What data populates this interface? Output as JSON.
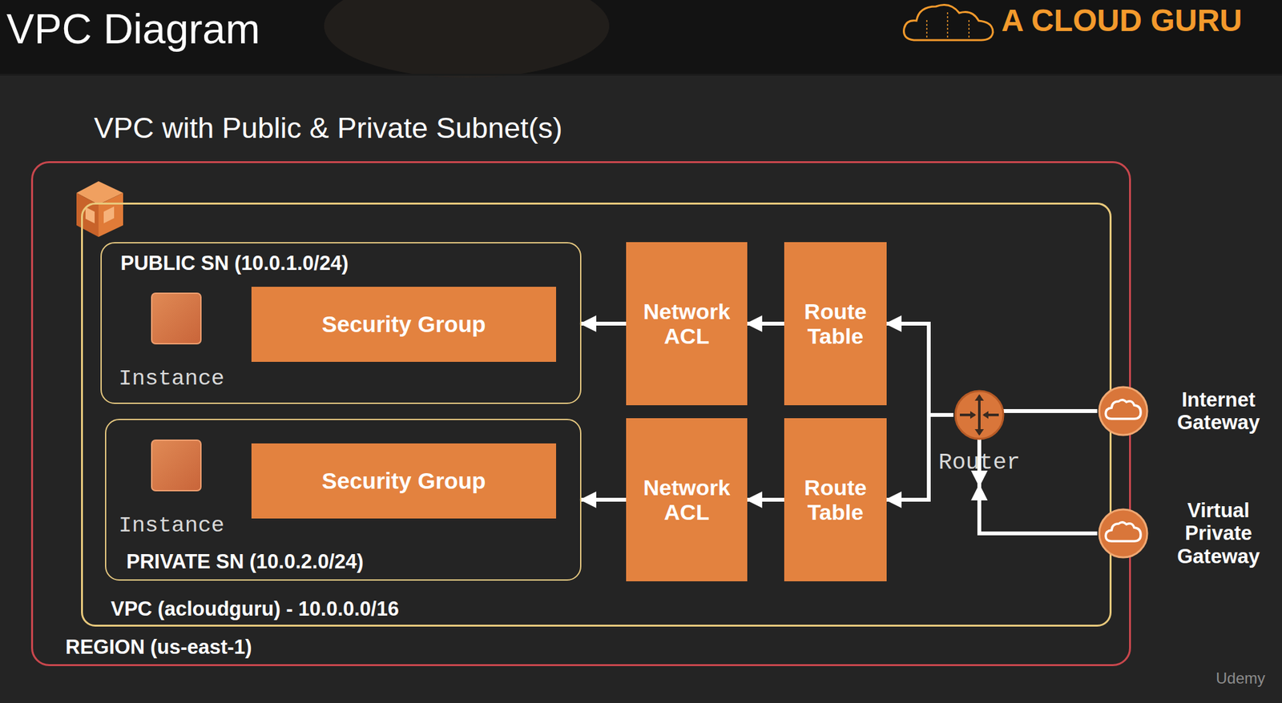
{
  "diagram": {
    "title": "VPC Diagram",
    "nodes": [
      {
        "text": [
          "REGION (us-east-1)"
        ]
      },
      {
        "text": [
          "VPC (acloudguru) - 10.0.0.0/16"
        ],
        "in": 0
      },
      {
        "text": [
          "PUBLIC SN (10.0.1.0/24)"
        ],
        "in": 1
      },
      {
        "text": [
          "Instance"
        ],
        "in": 2
      },
      {
        "text": [
          "Security Group"
        ],
        "in": 2
      },
      {
        "text": [
          "PRIVATE SN (10.0.2.0/24)"
        ],
        "in": 1
      },
      {
        "text": [
          "Instance"
        ],
        "in": 5
      },
      {
        "text": [
          "Security Group"
        ],
        "in": 5
      },
      {
        "text": [
          "Network ACL"
        ],
        "in": 1
      },
      {
        "text": [
          "Route Table"
        ],
        "in": 1
      },
      {
        "text": [
          "Network ACL"
        ],
        "in": 1
      },
      {
        "text": [
          "Route Table"
        ],
        "in": 1
      },
      {
        "text": [
          "Router"
        ],
        "in": 1
      },
      {
        "text": [
          "Internet Gateway"
        ]
      },
      {
        "text": [
          "Virtual Private Gateway"
        ]
      }
    ],
    "edges": [
      {
        "from": 13,
        "to": 12,
        "arrow": "to"
      },
      {
        "from": 14,
        "to": 12,
        "arrow": "to"
      },
      {
        "from": 12,
        "to": 9,
        "arrow": "to"
      },
      {
        "from": 12,
        "to": 11,
        "arrow": "to"
      },
      {
        "from": 9,
        "to": 8,
        "arrow": "to"
      },
      {
        "from": 11,
        "to": 10,
        "arrow": "to"
      },
      {
        "from": 8,
        "to": 2,
        "arrow": "to"
      },
      {
        "from": 10,
        "to": 5,
        "arrow": "to"
      }
    ],
    "labels": [
      "VPC with Public & Private Subnet(s)",
      "A CLOUD GURU",
      "Udemy"
    ]
  }
}
